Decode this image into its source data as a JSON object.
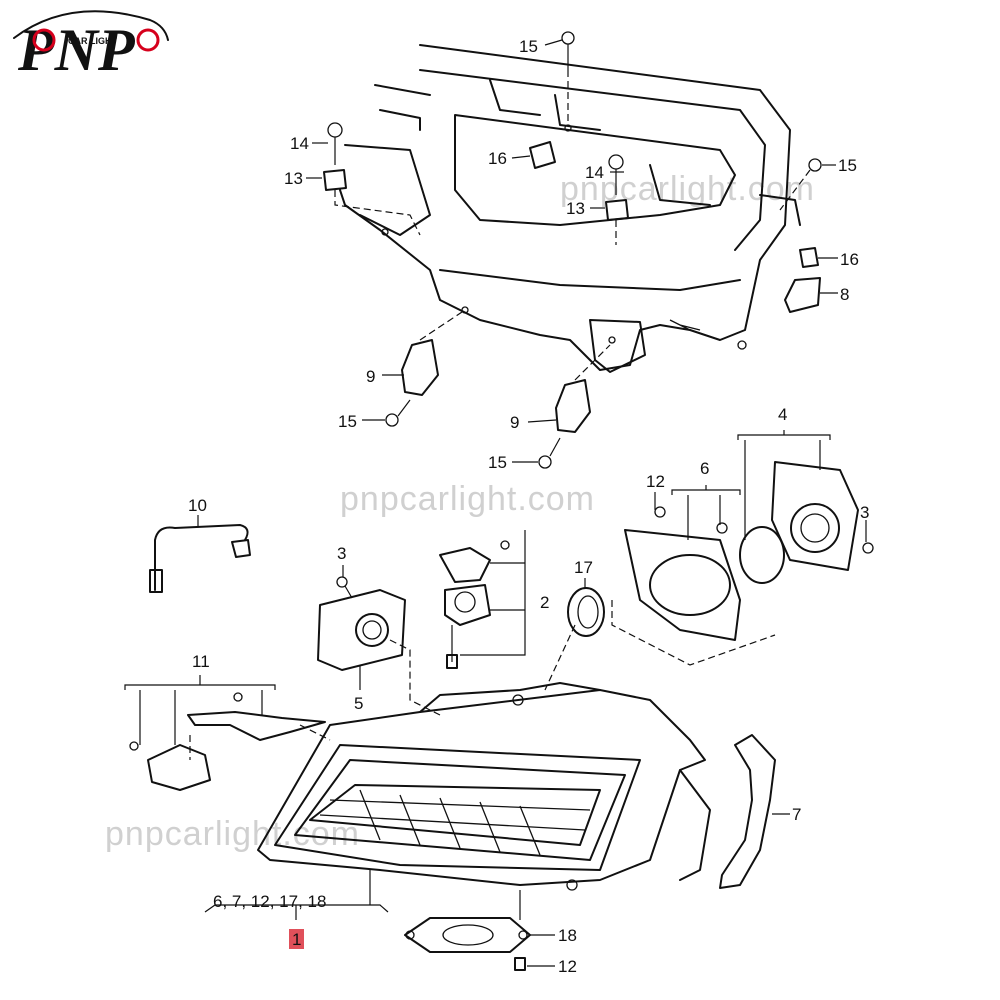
{
  "logo": {
    "brand_letters": "PNP",
    "subtitle": "CAR LIGHT",
    "accent_color": "#d6001c"
  },
  "watermark": "pnpcarlight.com",
  "callouts": {
    "c15_top": "15",
    "c14_left": "14",
    "c13_left": "13",
    "c16_mid": "16",
    "c14_mid": "14",
    "c13_mid": "13",
    "c15_right": "15",
    "c16_right": "16",
    "c8": "8",
    "c9_left": "9",
    "c15_left_low": "15",
    "c9_mid": "9",
    "c15_mid_low": "15",
    "c4": "4",
    "c12_top": "12",
    "c6": "6",
    "c3_right": "3",
    "c10": "10",
    "c3_left": "3",
    "c2": "2",
    "c17": "17",
    "c5": "5",
    "c11": "11",
    "c7": "7",
    "c_group": "6, 7, 12, 17, 18",
    "c1": "1",
    "c18": "18",
    "c12_bottom": "12"
  },
  "colors": {
    "line": "#111111",
    "highlight_box": "#e0505a",
    "watermark": "#d0d0d0"
  }
}
